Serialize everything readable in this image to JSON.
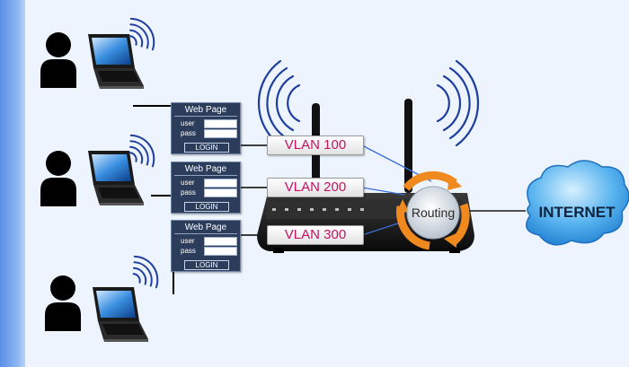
{
  "users": [
    {
      "panel": {
        "title": "Web Page",
        "user_label": "user",
        "pass_label": "pass",
        "button": "LOGIN"
      }
    },
    {
      "panel": {
        "title": "Web Page",
        "user_label": "user",
        "pass_label": "pass",
        "button": "LOGIN"
      }
    },
    {
      "panel": {
        "title": "Web Page",
        "user_label": "user",
        "pass_label": "pass",
        "button": "LOGIN"
      }
    },
    {
      "panel": null
    }
  ],
  "vlans": [
    "VLAN 100",
    "VLAN 200",
    "VLAN 300"
  ],
  "router": {
    "routing_label": "Routing"
  },
  "internet": {
    "label": "INTERNET"
  },
  "colors": {
    "vlan_text": "#c01462",
    "panel_bg": "#2c3d5c",
    "link_line": "#3b6fd6",
    "routing_arrows": "#f08a1e",
    "cloud": "#3aa0e8",
    "background": "#edf4fd"
  },
  "icons": [
    "person-icon",
    "laptop-icon",
    "wifi-waves-icon",
    "router-icon",
    "antenna-icon",
    "routing-arrows-icon",
    "internet-cloud-icon"
  ]
}
